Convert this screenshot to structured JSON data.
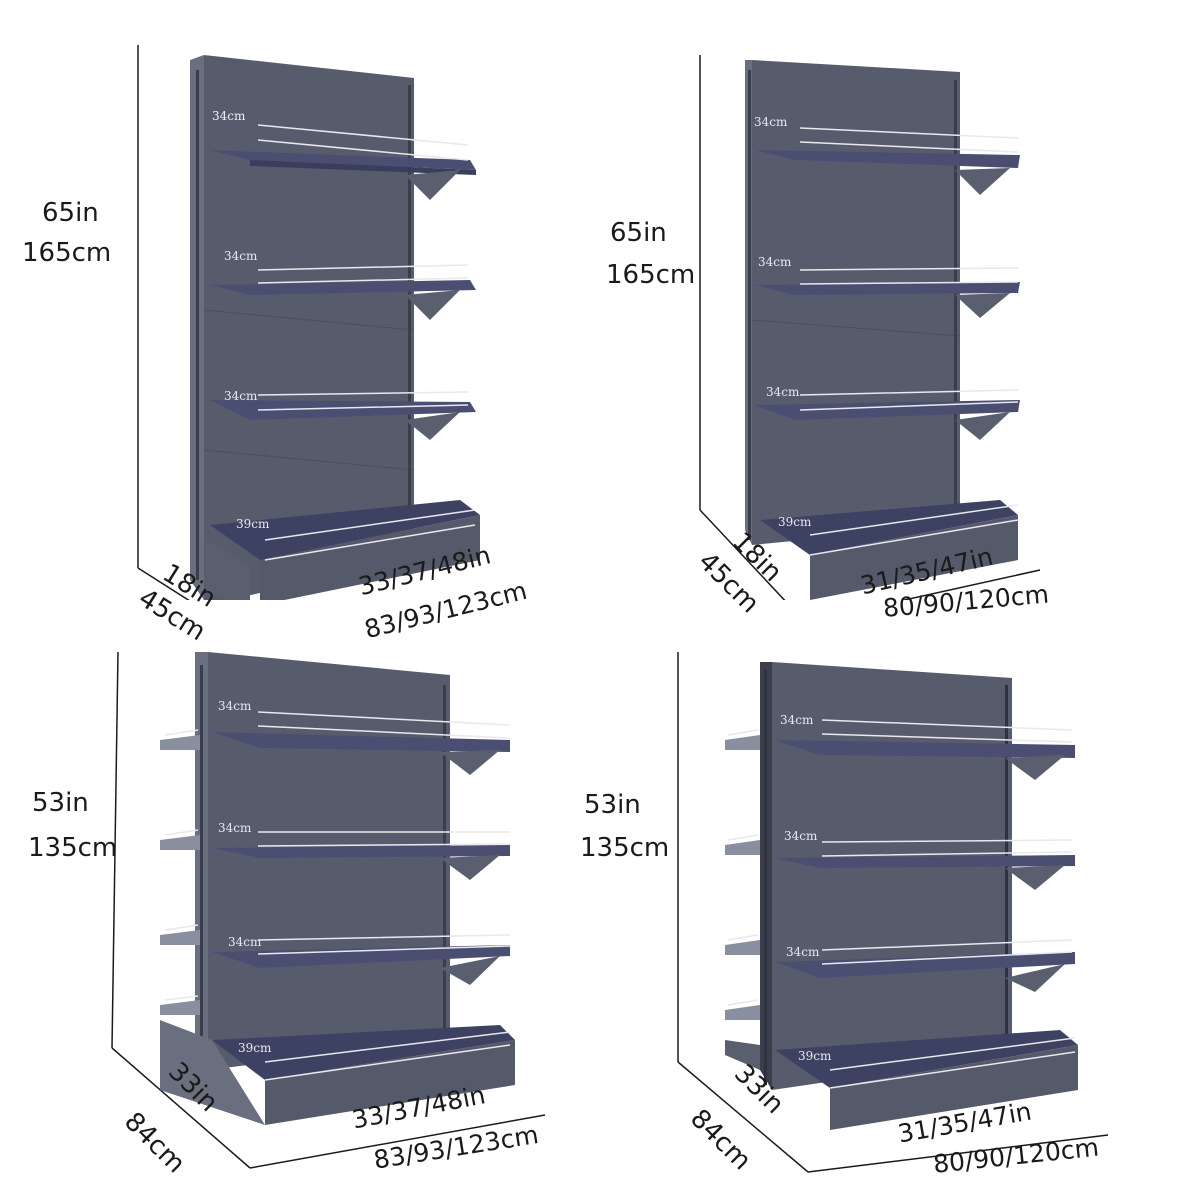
{
  "colors": {
    "panel": "#555a6a",
    "shelf": "#4a4f72",
    "rail": "#ffffff",
    "line": "#1a1a1a"
  },
  "units": [
    {
      "height_in": "65in",
      "height_cm": "165cm",
      "depth_in": "18in",
      "depth_cm": "45cm",
      "width_in": "33/37/48in",
      "width_cm": "83/93/123cm",
      "shelves": [
        "34cm",
        "34cm",
        "34cm",
        "39cm"
      ]
    },
    {
      "height_in": "65in",
      "height_cm": "165cm",
      "depth_in": "18in",
      "depth_cm": "45cm",
      "width_in": "31/35/47in",
      "width_cm": "80/90/120cm",
      "shelves": [
        "34cm",
        "34cm",
        "34cm",
        "39cm"
      ]
    },
    {
      "height_in": "53in",
      "height_cm": "135cm",
      "depth_in": "33in",
      "depth_cm": "84cm",
      "width_in": "33/37/48in",
      "width_cm": "83/93/123cm",
      "shelves": [
        "34cm",
        "34cm",
        "34cm",
        "39cm"
      ]
    },
    {
      "height_in": "53in",
      "height_cm": "135cm",
      "depth_in": "33in",
      "depth_cm": "84cm",
      "width_in": "31/35/47in",
      "width_cm": "80/90/120cm",
      "shelves": [
        "34cm",
        "34cm",
        "34cm",
        "39cm"
      ]
    }
  ]
}
